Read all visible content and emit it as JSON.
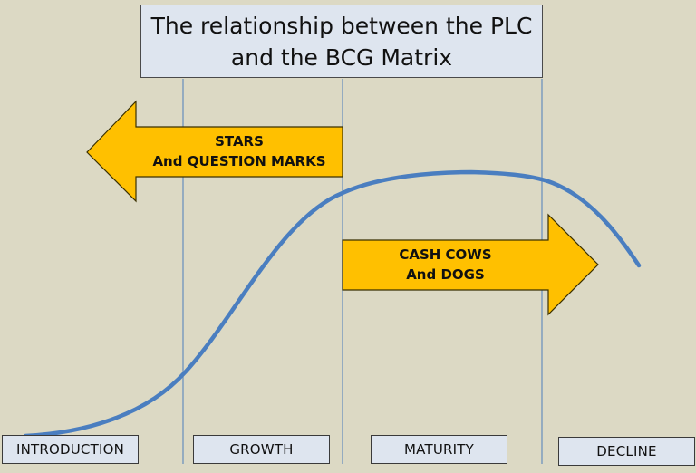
{
  "title": {
    "line1": "The relationship between the PLC",
    "line2": "and the BCG Matrix"
  },
  "arrows": {
    "left": {
      "line1": "STARS",
      "line2": "And QUESTION MARKS",
      "direction": "left"
    },
    "right": {
      "line1": "CASH COWS",
      "line2": "And DOGS",
      "direction": "right"
    }
  },
  "stages": [
    {
      "label": "INTRODUCTION"
    },
    {
      "label": "GROWTH"
    },
    {
      "label": "MATURITY"
    },
    {
      "label": "DECLINE"
    }
  ],
  "colors": {
    "background": "#dcd9c4",
    "box_fill": "#dee5ef",
    "arrow_fill": "#ffc000",
    "curve": "#4a7ec0",
    "divider": "#6f93bd"
  },
  "curve": {
    "name": "product-life-cycle-curve",
    "shape": "S-curve rising through introduction and growth, plateauing in maturity, falling in decline"
  }
}
